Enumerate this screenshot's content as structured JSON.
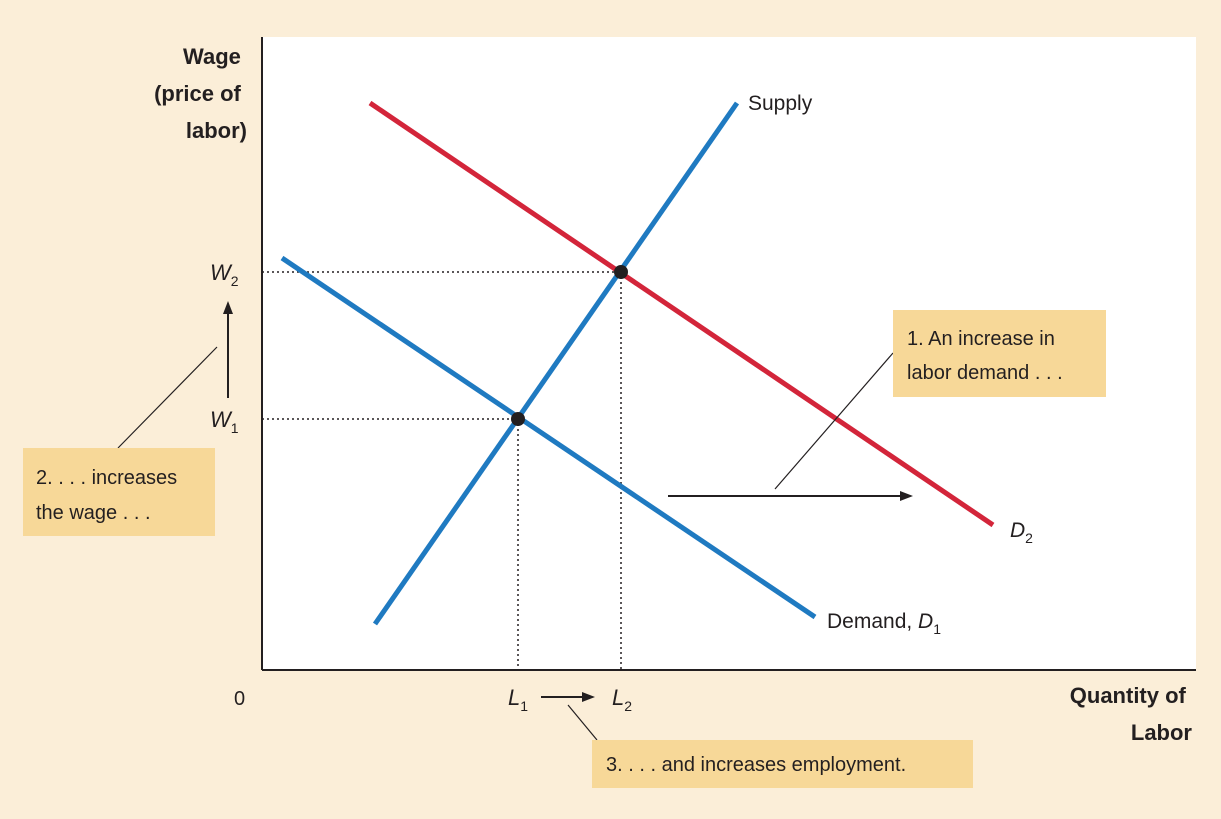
{
  "axes": {
    "y_title": [
      "Wage",
      "(price of",
      "labor)"
    ],
    "x_title": [
      "Quantity of",
      "Labor"
    ],
    "origin": "0"
  },
  "ticks": {
    "w1": {
      "main": "W",
      "sub": "1"
    },
    "w2": {
      "main": "W",
      "sub": "2"
    },
    "l1": {
      "main": "L",
      "sub": "1"
    },
    "l2": {
      "main": "L",
      "sub": "2"
    }
  },
  "curves": {
    "supply": {
      "label": "Supply",
      "color": "#1f7ac1"
    },
    "demand1": {
      "label": "Demand, ",
      "label_main": "D",
      "label_sub": "1",
      "color": "#1f7ac1"
    },
    "demand2": {
      "label_main": "D",
      "label_sub": "2",
      "color": "#d3253a"
    }
  },
  "equilibria": [
    {
      "name": "initial",
      "wage": "W1",
      "quantity": "L1"
    },
    {
      "name": "new",
      "wage": "W2",
      "quantity": "L2"
    }
  ],
  "callouts": {
    "c1": [
      "1. An increase in",
      "labor demand . . ."
    ],
    "c2": [
      "2. . . . increases",
      "the wage . . ."
    ],
    "c3": [
      "3. . . . and increases employment."
    ]
  },
  "colors": {
    "background": "#fbeed8",
    "plot_background": "#ffffff",
    "callout_fill": "#f7d898",
    "supply": "#1f7ac1",
    "demand1": "#1f7ac1",
    "demand2": "#d3253a"
  }
}
